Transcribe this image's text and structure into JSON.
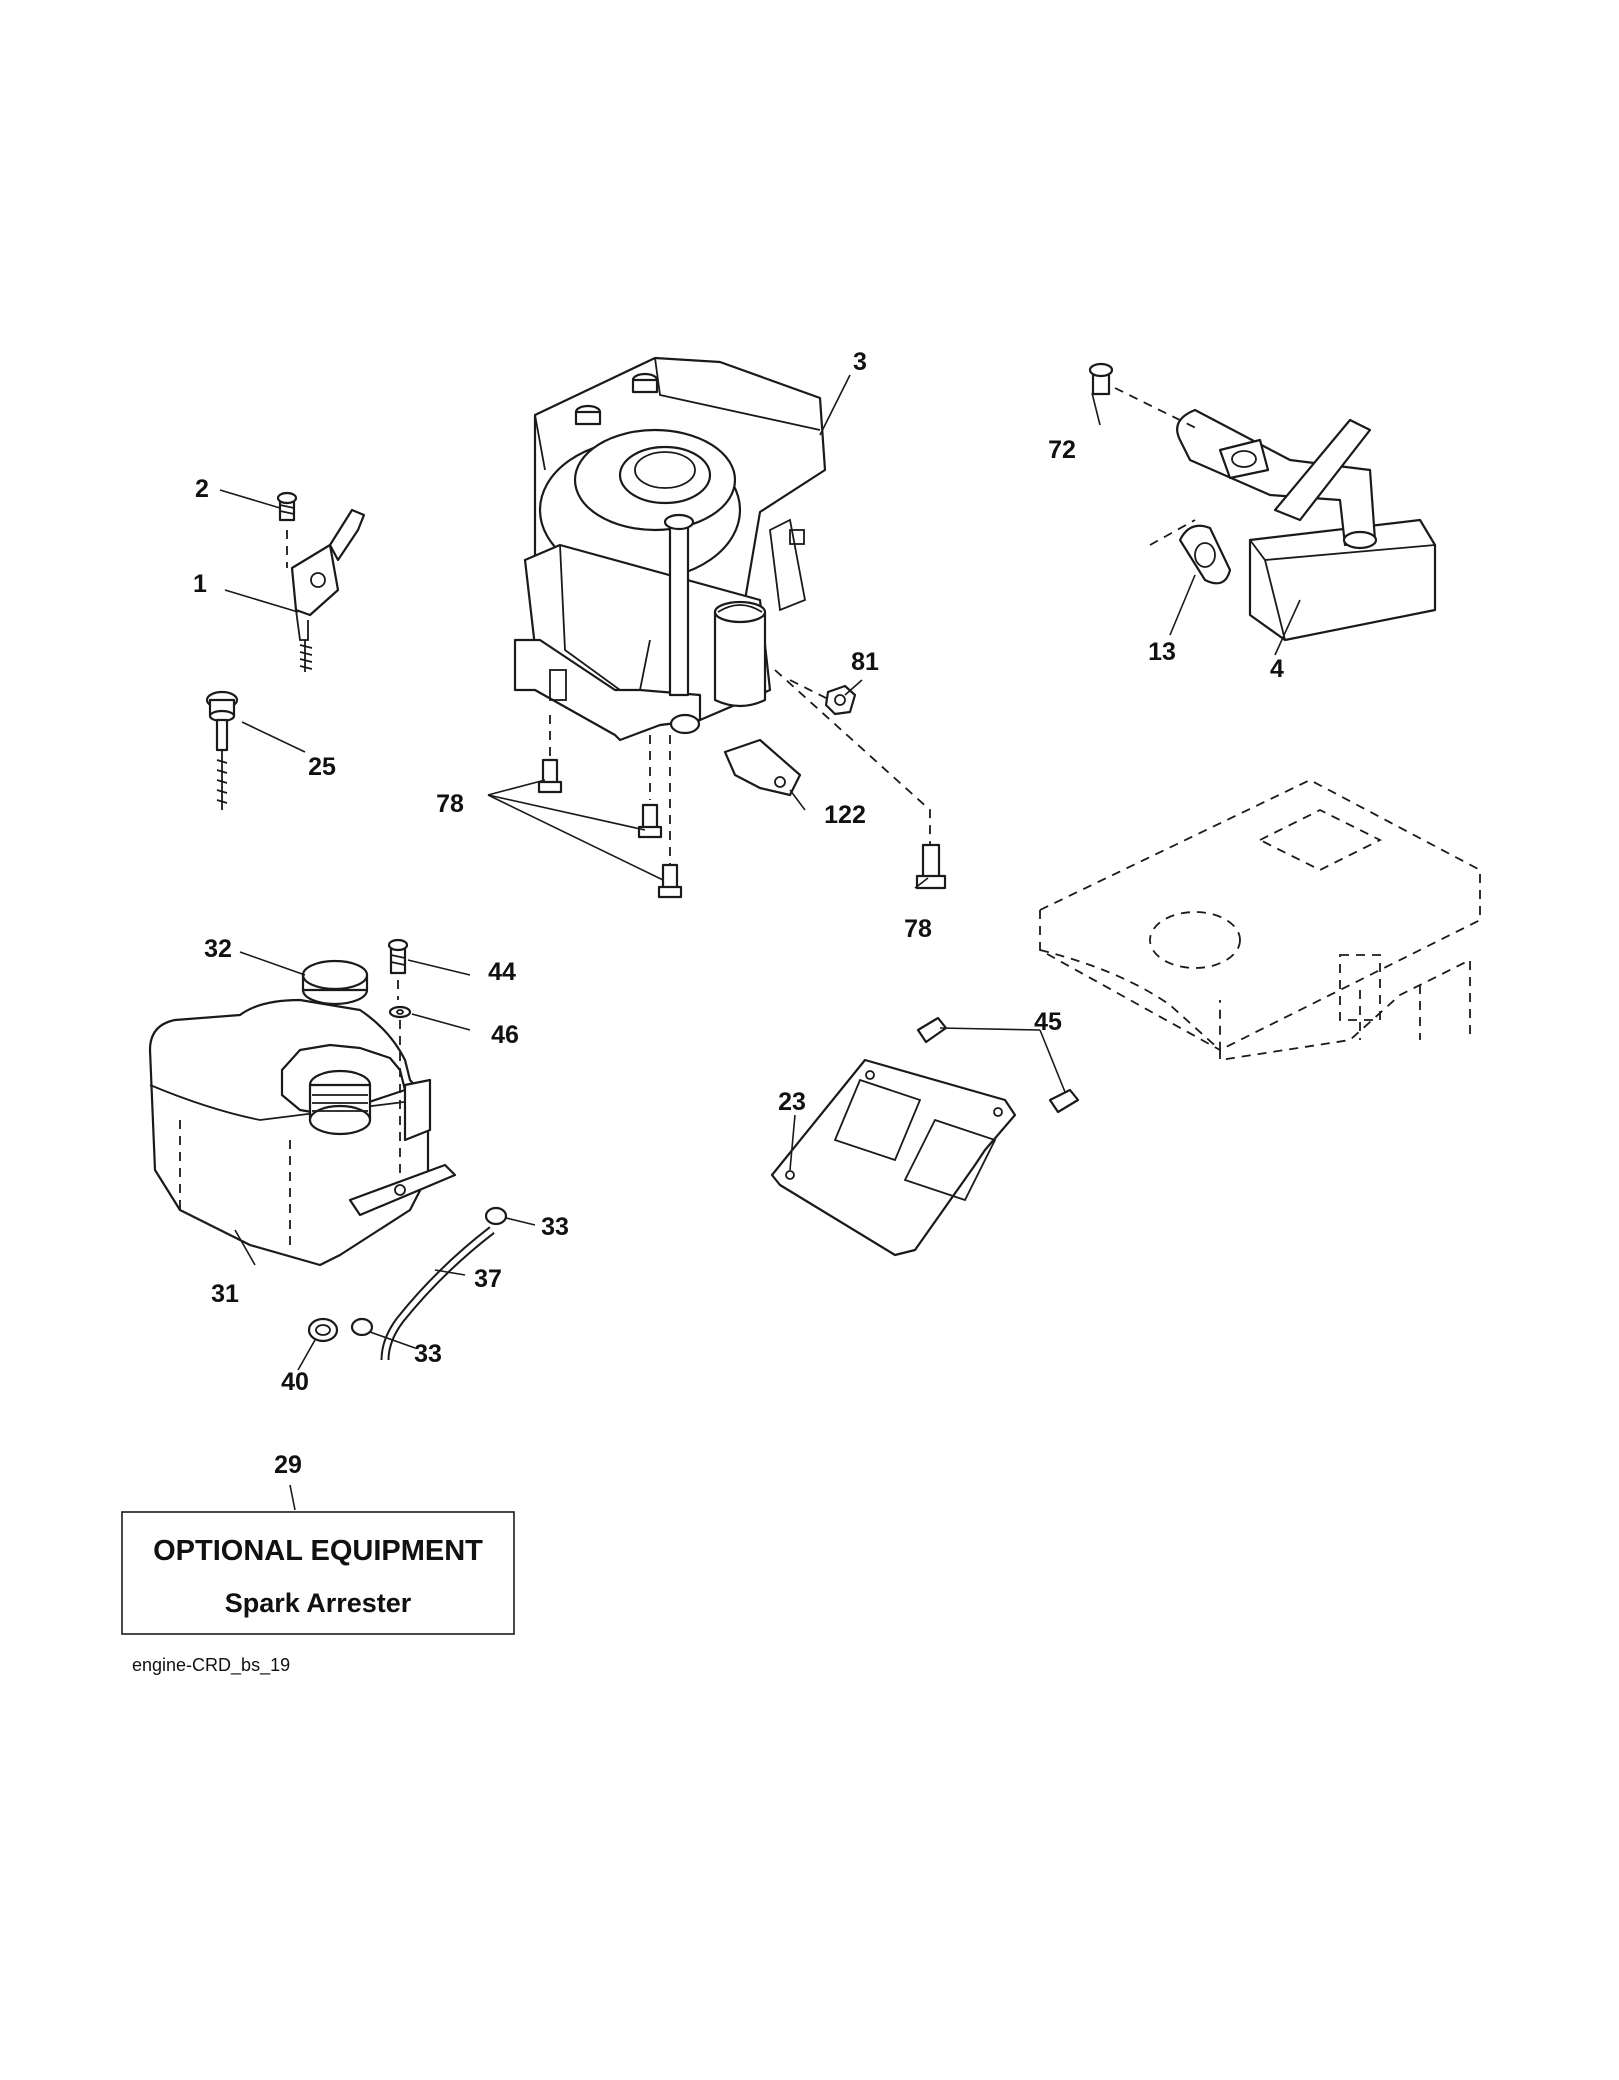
{
  "callouts": {
    "c1": "1",
    "c2": "2",
    "c3": "3",
    "c4": "4",
    "c13": "13",
    "c23": "23",
    "c25": "25",
    "c29": "29",
    "c31": "31",
    "c32": "32",
    "c33a": "33",
    "c33b": "33",
    "c37": "37",
    "c40": "40",
    "c44": "44",
    "c45": "45",
    "c46": "46",
    "c72": "72",
    "c78a": "78",
    "c78b": "78",
    "c81": "81",
    "c122": "122"
  },
  "optional_box": {
    "title": "OPTIONAL EQUIPMENT",
    "subtitle": "Spark Arrester"
  },
  "caption": "engine-CRD_bs_19"
}
